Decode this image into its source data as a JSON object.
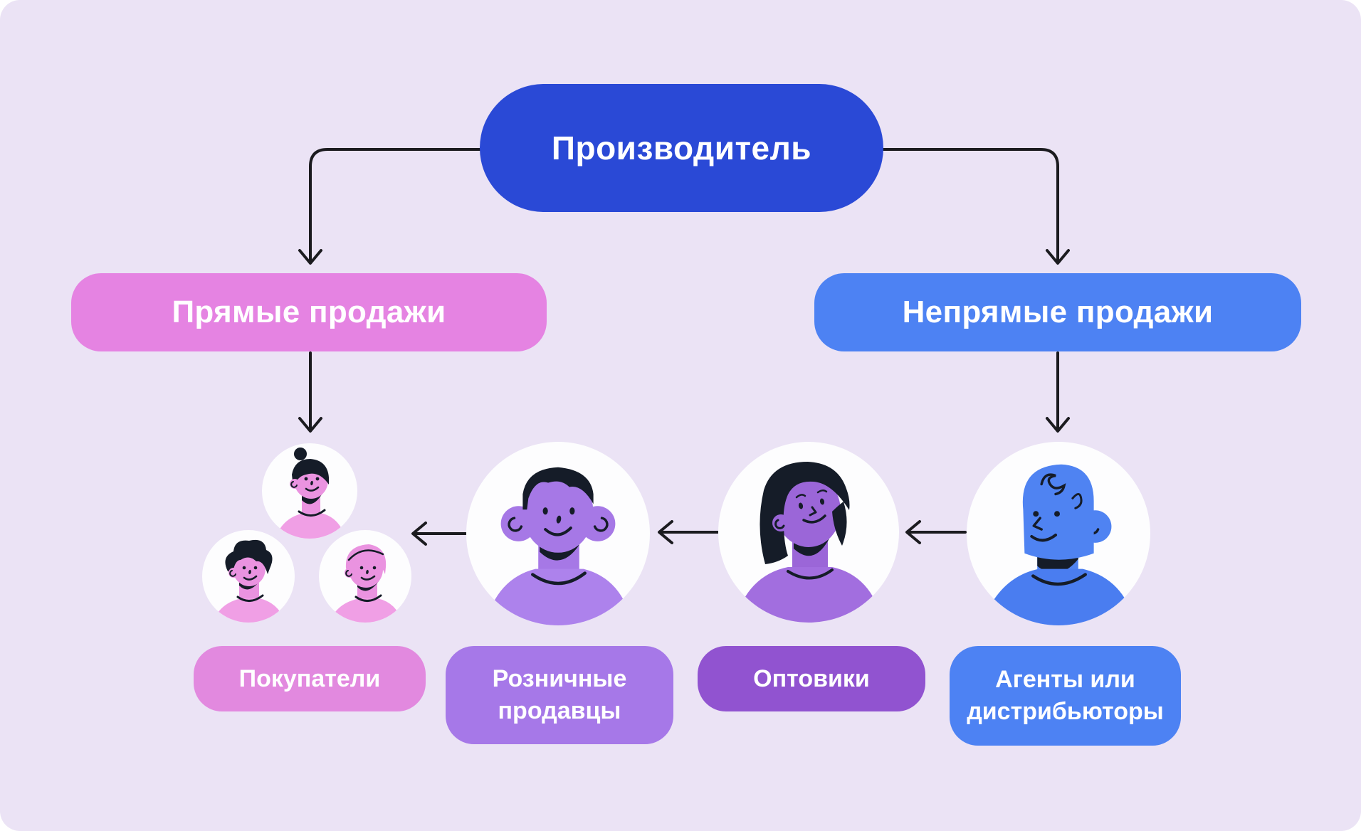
{
  "diagram_type": "flowchart",
  "nodes": {
    "producer": {
      "label": "Производитель"
    },
    "direct_sales": {
      "label": "Прямые продажи"
    },
    "indirect_sales": {
      "label": "Непрямые продажи"
    },
    "buyers": {
      "label": "Покупатели"
    },
    "retailers": {
      "label": "Розничные продавцы"
    },
    "wholesalers": {
      "label": "Оптовики"
    },
    "agents": {
      "label": "Агенты или дистрибьюторы"
    }
  },
  "edges": [
    {
      "from": "producer",
      "to": "direct_sales"
    },
    {
      "from": "producer",
      "to": "indirect_sales"
    },
    {
      "from": "direct_sales",
      "to": "buyers"
    },
    {
      "from": "indirect_sales",
      "to": "agents"
    },
    {
      "from": "agents",
      "to": "wholesalers"
    },
    {
      "from": "wholesalers",
      "to": "retailers"
    },
    {
      "from": "retailers",
      "to": "buyers"
    }
  ],
  "avatars": {
    "buyers": [
      "person-with-bun",
      "curly-haired-person",
      "pink-haired-person"
    ],
    "retailers": "purple-person-with-large-ears",
    "wholesalers": "purple-woman-with-bob-haircut",
    "agents": "blue-man-with-quiff"
  },
  "colors": {
    "background": "#ebe3f5",
    "line": "#1b1b1f",
    "hair": "#151c28",
    "producer_blue": "#2a49d6",
    "indirect_blue": "#4d82f3",
    "direct_pink": "#e583e2",
    "buyers_pink": "#e289df",
    "retailers_purple": "#a678e8",
    "wholesalers_purple": "#9153d0",
    "avatar_bg": "#fdfdfe",
    "pink_skin": "#ea93e0",
    "pink_shirt": "#f09fe5",
    "purple_skin": "#a678e6",
    "purple_shirt": "#ad82ec",
    "wholesale_skin": "#9b66d8",
    "wholesale_shirt": "#a26edf",
    "blue_skin": "#4f83f2",
    "blue_shirt": "#4a7df0"
  }
}
